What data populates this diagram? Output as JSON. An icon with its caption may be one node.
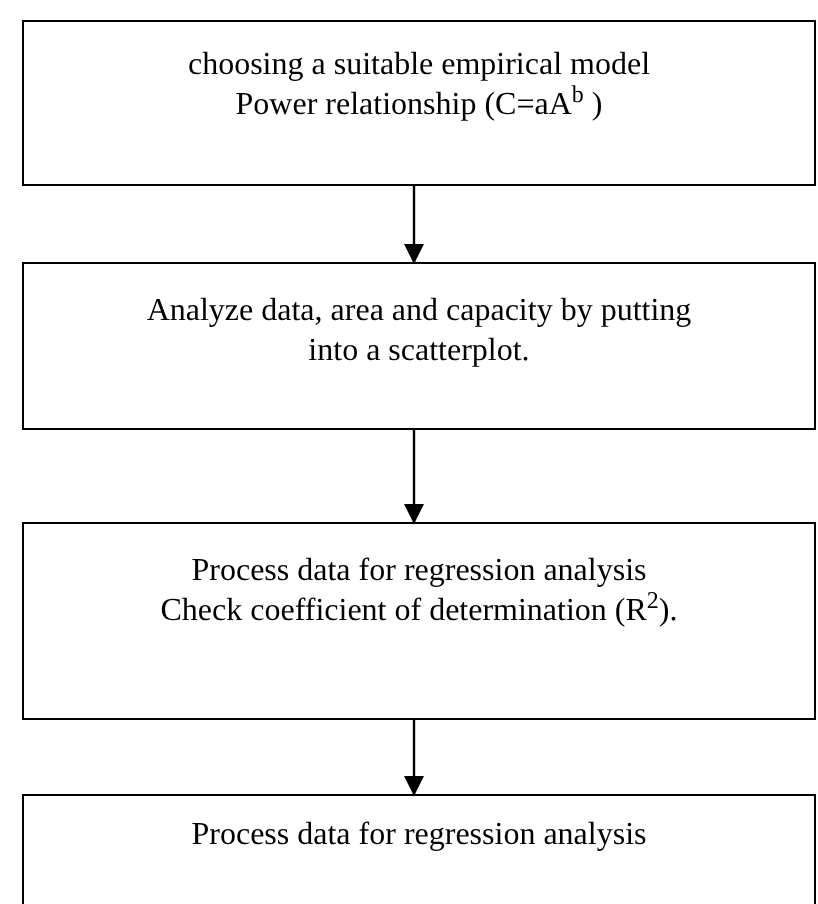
{
  "diagram": {
    "nodes": [
      {
        "text": [
          "choosing a suitable empirical model",
          "Power relationship (C=aA$^{b}$ )"
        ]
      },
      {
        "text": [
          "Analyze data, area and capacity by putting into a scatterplot."
        ]
      },
      {
        "text": [
          "Process data for regression analysis",
          "Check coefficient of determination (R$^{2}$)."
        ]
      },
      {
        "text": [
          "Process data for regression analysis"
        ]
      }
    ],
    "edges": [
      {
        "from": 0,
        "to": 1,
        "arrow": "to"
      },
      {
        "from": 1,
        "to": 2,
        "arrow": "to"
      },
      {
        "from": 2,
        "to": 3,
        "arrow": "to"
      }
    ]
  }
}
